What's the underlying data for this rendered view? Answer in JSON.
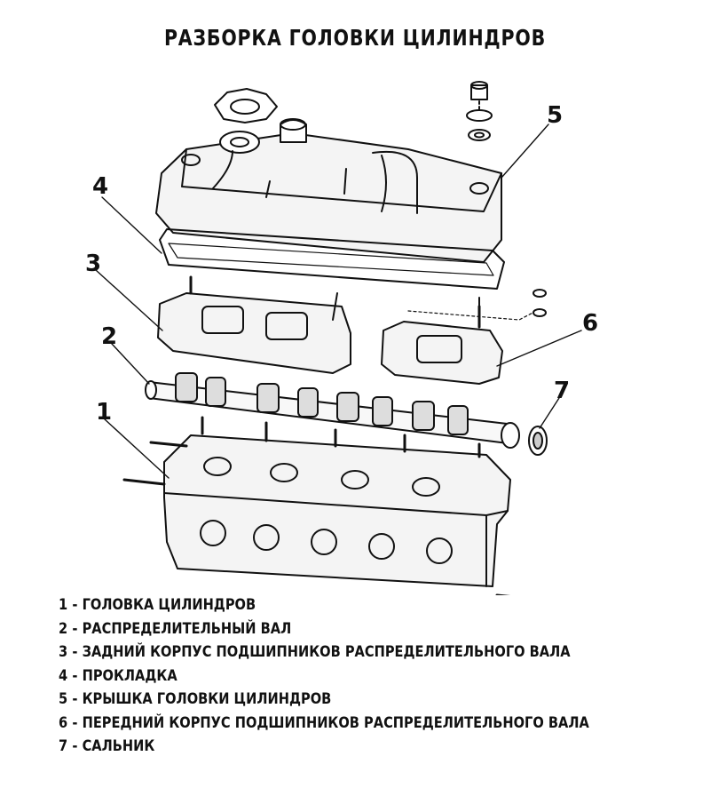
{
  "title": "РАЗБОРКА ГОЛОВКИ ЦИЛИНДРОВ",
  "callouts": [
    "1",
    "2",
    "3",
    "4",
    "5",
    "6",
    "7"
  ],
  "legend": [
    {
      "num": "1",
      "sep": "-",
      "text": "ГОЛОВКА ЦИЛИНДРОВ"
    },
    {
      "num": "2",
      "sep": "-",
      "text": "РАСПРЕДЕЛИТЕЛЬНЫЙ ВАЛ"
    },
    {
      "num": "3",
      "sep": "-",
      "text": "ЗАДНИЙ КОРПУС ПОДШИПНИКОВ РАСПРЕДЕЛИТЕЛЬНОГО ВАЛА"
    },
    {
      "num": "4",
      "sep": "-",
      "text": "ПРОКЛАДКА"
    },
    {
      "num": "5",
      "sep": "-",
      "text": "КРЫШКА ГОЛОВКИ ЦИЛИНДРОВ"
    },
    {
      "num": "6",
      "sep": "-",
      "text": "ПЕРЕДНИЙ КОРПУС ПОДШИПНИКОВ РАСПРЕДЕЛИТЕЛЬНОГО ВАЛА"
    },
    {
      "num": "7",
      "sep": "-",
      "text": "САЛЬНИК"
    }
  ]
}
